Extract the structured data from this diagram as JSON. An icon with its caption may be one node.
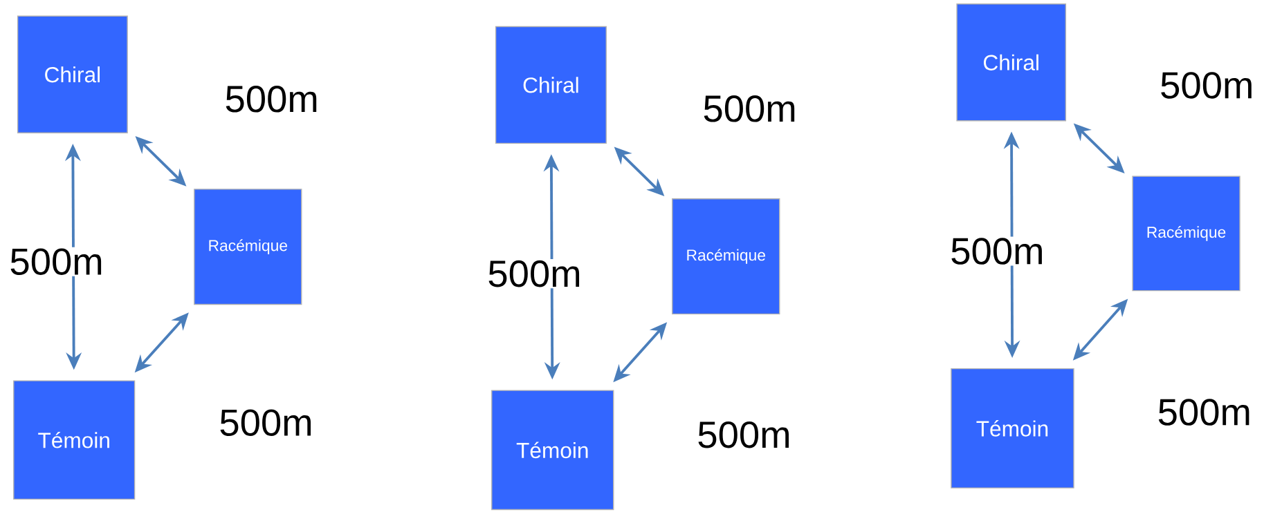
{
  "diagram": {
    "nodes": [
      {
        "text": [
          "Chiral"
        ]
      },
      {
        "text": [
          "Racémique"
        ]
      },
      {
        "text": [
          "Témoin"
        ]
      },
      {
        "text": [
          "Chiral"
        ]
      },
      {
        "text": [
          "Racémique"
        ]
      },
      {
        "text": [
          "Témoin"
        ]
      },
      {
        "text": [
          "Chiral"
        ]
      },
      {
        "text": [
          "Racémique"
        ]
      },
      {
        "text": [
          "Témoin"
        ]
      }
    ],
    "edges": [
      {
        "from": 0,
        "to": 1,
        "arrow": "both",
        "label": "500m"
      },
      {
        "from": 0,
        "to": 2,
        "arrow": "both",
        "label": "500m"
      },
      {
        "from": 1,
        "to": 2,
        "arrow": "both",
        "label": "500m"
      },
      {
        "from": 3,
        "to": 4,
        "arrow": "both",
        "label": "500m"
      },
      {
        "from": 3,
        "to": 5,
        "arrow": "both",
        "label": "500m"
      },
      {
        "from": 4,
        "to": 5,
        "arrow": "both",
        "label": "500m"
      },
      {
        "from": 6,
        "to": 7,
        "arrow": "both",
        "label": "500m"
      },
      {
        "from": 6,
        "to": 8,
        "arrow": "both",
        "label": "500m"
      },
      {
        "from": 7,
        "to": 8,
        "arrow": "both",
        "label": "500m"
      }
    ]
  }
}
